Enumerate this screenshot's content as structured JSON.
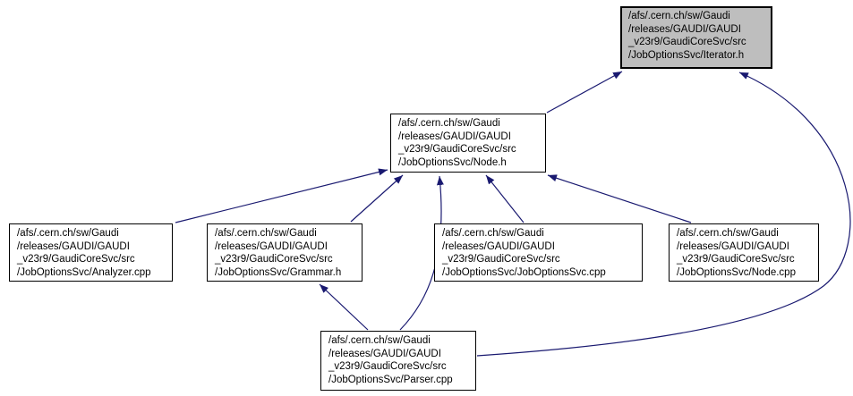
{
  "diagram": {
    "type": "include-dependency-graph",
    "background_color": "#ffffff",
    "edge_color": "#191970",
    "node_border_color": "#000000",
    "node_fill_color": "#ffffff",
    "highlight_fill_color": "#bebebe",
    "nodes": {
      "iterator_h": {
        "label": "/afs/.cern.ch/sw/Gaudi\n/releases/GAUDI/GAUDI\n_v23r9/GaudiCoreSvc/src\n/JobOptionsSvc/Iterator.h",
        "highlighted": true
      },
      "node_h": {
        "label": "/afs/.cern.ch/sw/Gaudi\n/releases/GAUDI/GAUDI\n_v23r9/GaudiCoreSvc/src\n/JobOptionsSvc/Node.h",
        "highlighted": false
      },
      "analyzer_cpp": {
        "label": "/afs/.cern.ch/sw/Gaudi\n/releases/GAUDI/GAUDI\n_v23r9/GaudiCoreSvc/src\n/JobOptionsSvc/Analyzer.cpp",
        "highlighted": false
      },
      "grammar_h": {
        "label": "/afs/.cern.ch/sw/Gaudi\n/releases/GAUDI/GAUDI\n_v23r9/GaudiCoreSvc/src\n/JobOptionsSvc/Grammar.h",
        "highlighted": false
      },
      "joboptionssvc_cpp": {
        "label": "/afs/.cern.ch/sw/Gaudi\n/releases/GAUDI/GAUDI\n_v23r9/GaudiCoreSvc/src\n/JobOptionsSvc/JobOptionsSvc.cpp",
        "highlighted": false
      },
      "node_cpp": {
        "label": "/afs/.cern.ch/sw/Gaudi\n/releases/GAUDI/GAUDI\n_v23r9/GaudiCoreSvc/src\n/JobOptionsSvc/Node.cpp",
        "highlighted": false
      },
      "parser_cpp": {
        "label": "/afs/.cern.ch/sw/Gaudi\n/releases/GAUDI/GAUDI\n_v23r9/GaudiCoreSvc/src\n/JobOptionsSvc/Parser.cpp",
        "highlighted": false
      }
    },
    "edges": [
      {
        "from": "node_h",
        "to": "iterator_h"
      },
      {
        "from": "parser_cpp",
        "to": "iterator_h"
      },
      {
        "from": "analyzer_cpp",
        "to": "node_h"
      },
      {
        "from": "grammar_h",
        "to": "node_h"
      },
      {
        "from": "parser_cpp",
        "to": "node_h"
      },
      {
        "from": "joboptionssvc_cpp",
        "to": "node_h"
      },
      {
        "from": "node_cpp",
        "to": "node_h"
      },
      {
        "from": "parser_cpp",
        "to": "grammar_h"
      }
    ]
  }
}
